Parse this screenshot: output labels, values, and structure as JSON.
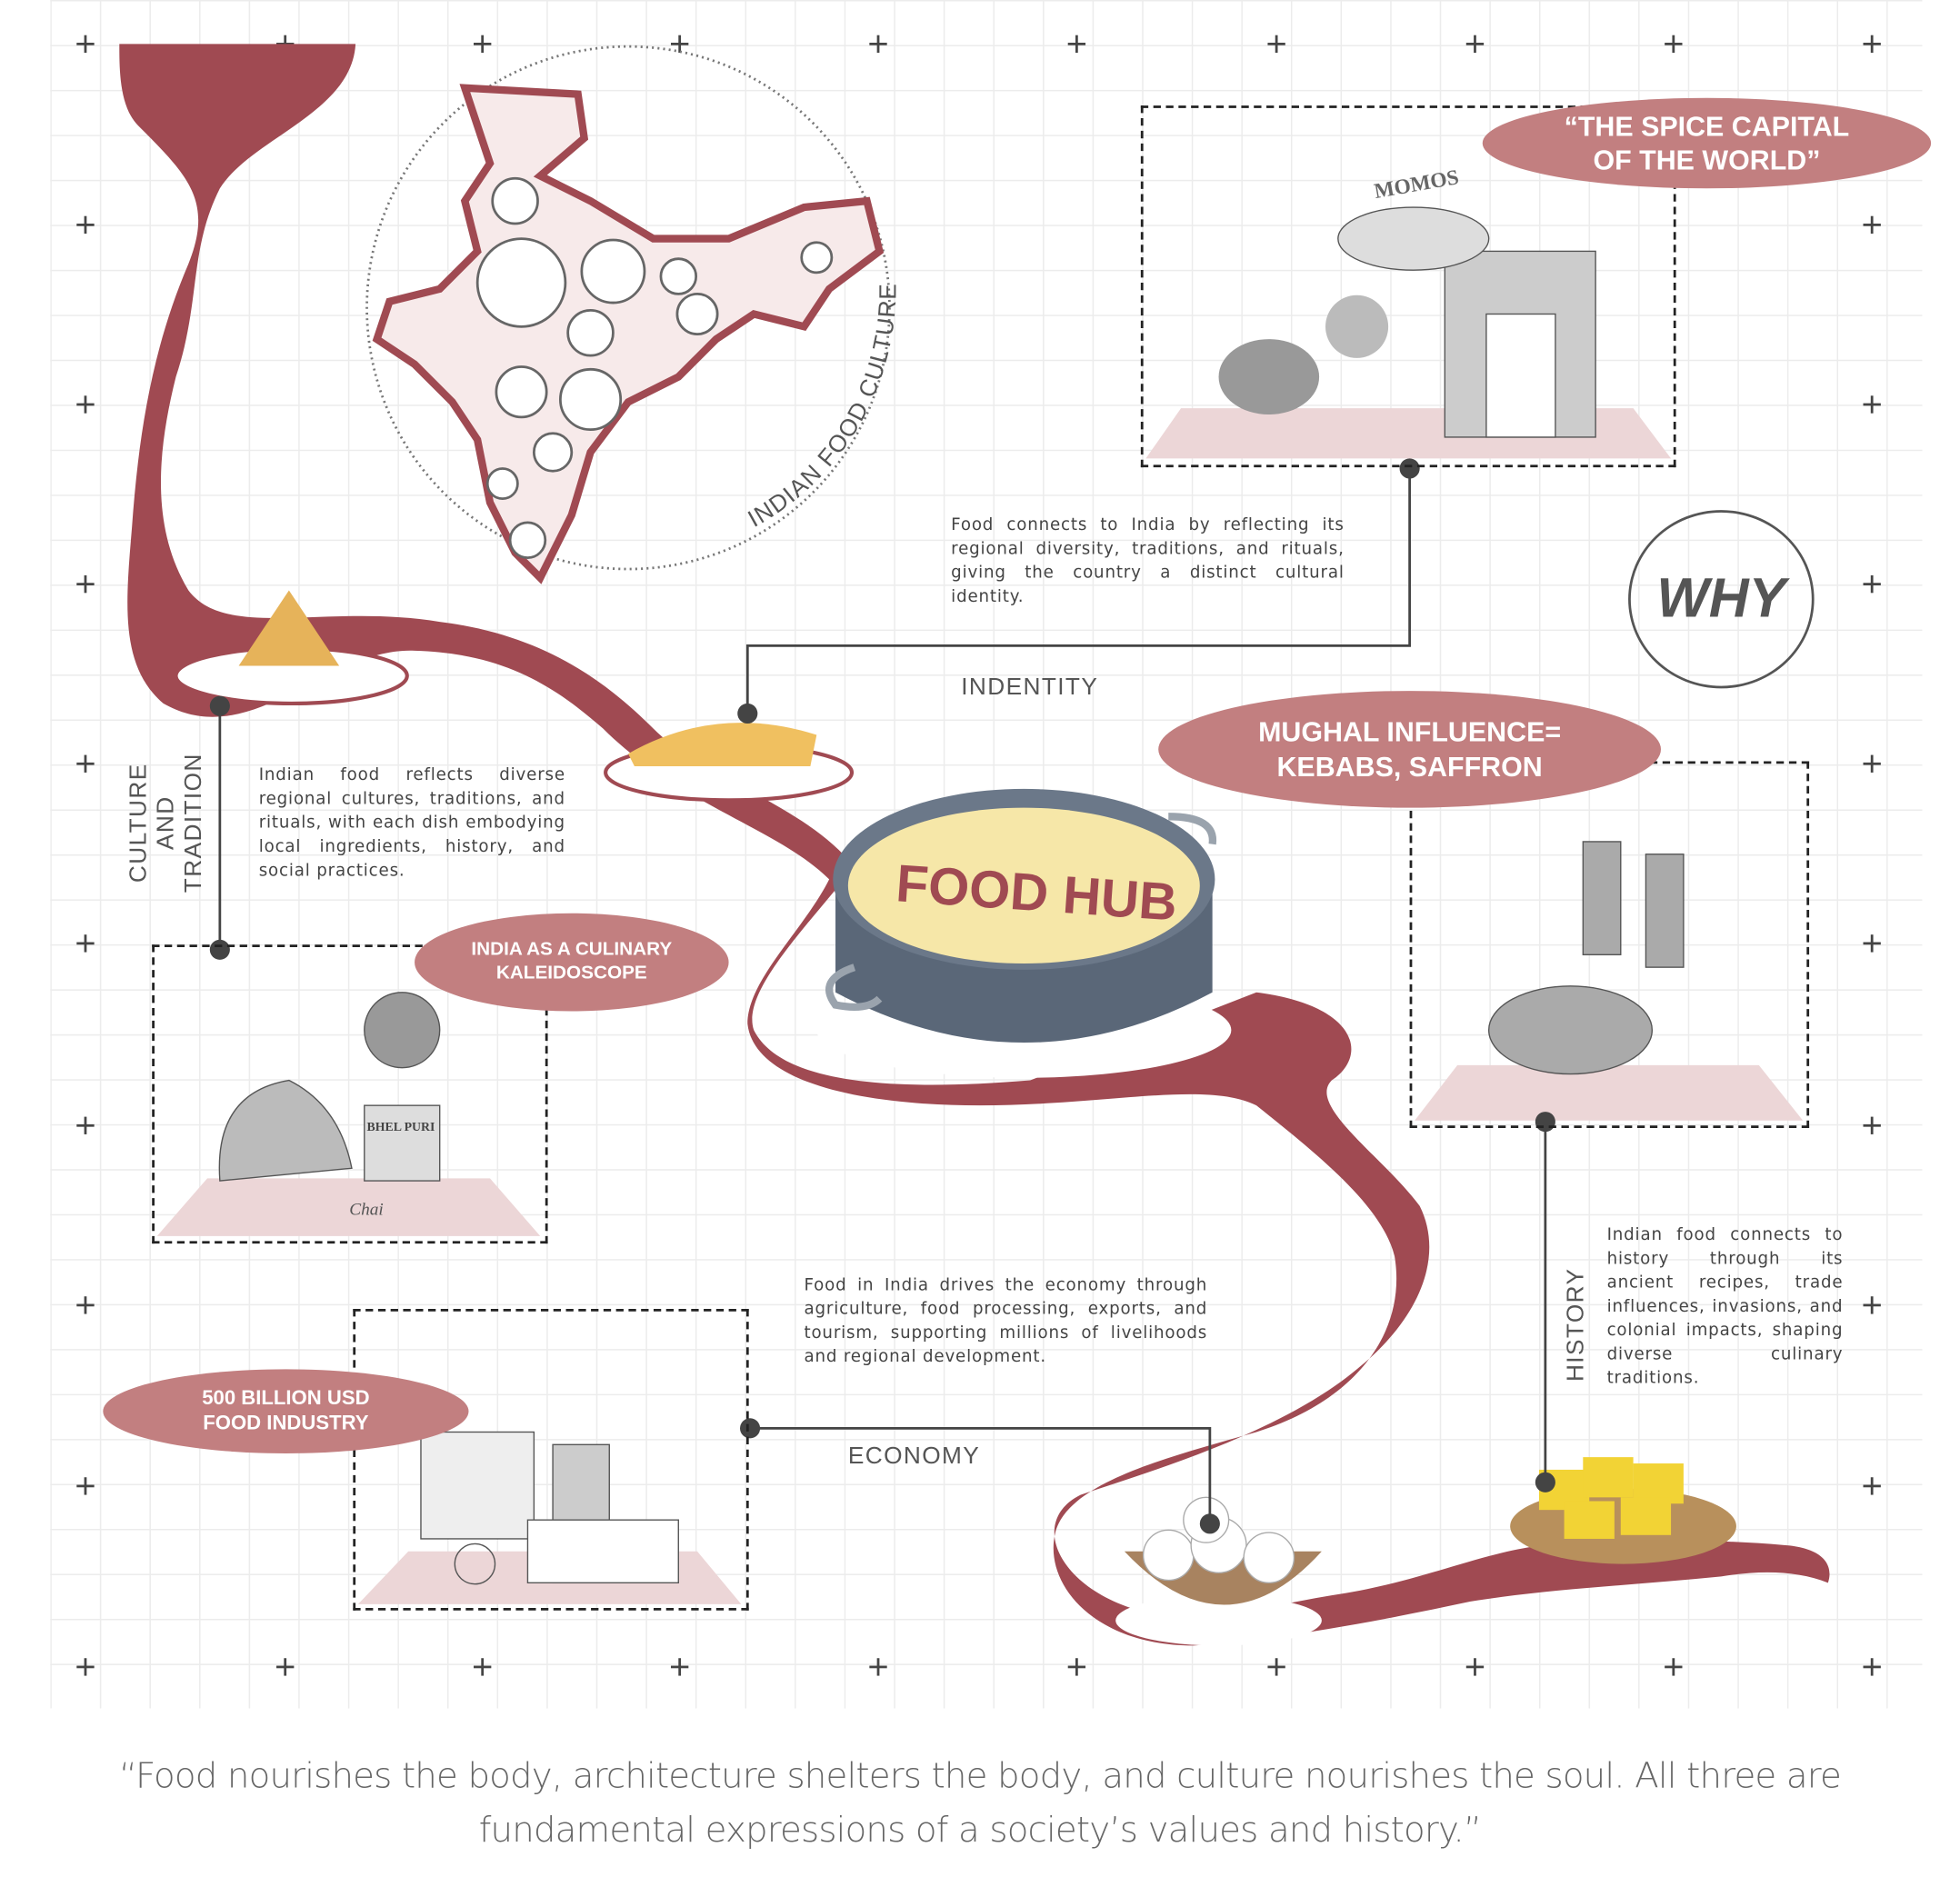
{
  "map": {
    "arc_label": "INDIAN FOOD CULTURE"
  },
  "hub": {
    "title": "FOOD HUB"
  },
  "why": "WHY",
  "bubbles": {
    "spice": "“THE SPICE CAPITAL OF THE WORLD”",
    "mughal": "MUGHAL INFLUENCE= KEBABS, SAFFRON",
    "kaleidoscope": "INDIA AS A CULINARY KALEIDOSCOPE",
    "industry": "500 BILLION USD FOOD INDUSTRY"
  },
  "illustration_text": {
    "momos": "MOMOS",
    "chai": "Chai",
    "bhel_puri": "BHEL PURI"
  },
  "sections": {
    "identity": {
      "label": "INDENTITY",
      "text": "Food connects to India by reflecting its regional diversity, traditions, and rituals, giving the country a distinct cultural identity."
    },
    "culture": {
      "label": "CULTURE AND TRADITION",
      "text": "Indian food reflects diverse regional cultures, traditions, and rituals, with each dish embodying local ingredients, history, and social practices."
    },
    "economy": {
      "label": "ECONOMY",
      "text": "Food in India drives the economy through agriculture, food processing, exports, and tourism, supporting millions of livelihoods and regional development."
    },
    "history": {
      "label": "HISTORY",
      "text": "Indian food connects to history through its ancient recipes, trade influences, invasions, and colonial impacts, shaping diverse culinary traditions."
    }
  },
  "quote": "“Food nourishes the body, architecture shelters the body, and culture nourishes the soul. All three are fundamental expressions of a society’s values and history.”",
  "colors": {
    "river": "#a04a52",
    "bubble": "#c27f80",
    "pot": "#5a6778",
    "soup": "#f6e7a8",
    "shadow": "#ecd6d7"
  }
}
